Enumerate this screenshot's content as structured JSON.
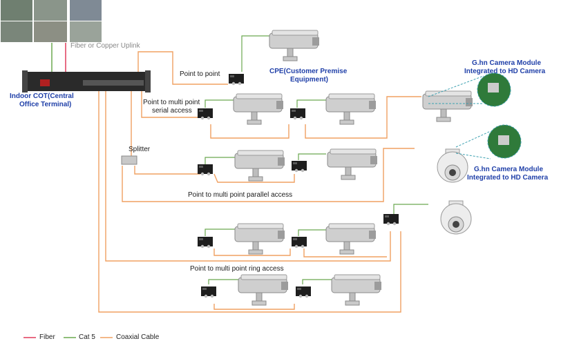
{
  "labels": {
    "uplink": "Fiber or Copper Uplink",
    "cot_line1": "Indoor COT(Central",
    "cot_line2": "Office Terminal)",
    "point_to_point": "Point to point",
    "cpe_line1": "CPE(Customer Premise",
    "cpe_line2": "Equipment)",
    "serial_line1": "Point to multi point",
    "serial_line2": "serial access",
    "splitter": "Splitter",
    "parallel": "Point to multi point parallel access",
    "ring": "Point to multi point ring access",
    "ghn1_line1": "G.hn Camera Module",
    "ghn1_line2": "Integrated to HD Camera",
    "ghn2_line1": "G.hn Camera Module",
    "ghn2_line2": "Integrated to HD Camera"
  },
  "legend": {
    "fiber": "Fiber",
    "cat5": "Cat 5",
    "coax": "Coaxial Cable"
  },
  "colors": {
    "fiber": "#e03a5a",
    "cat5": "#6aa84f",
    "coax": "#f0a060",
    "label_blue": "#1f3fa8"
  }
}
